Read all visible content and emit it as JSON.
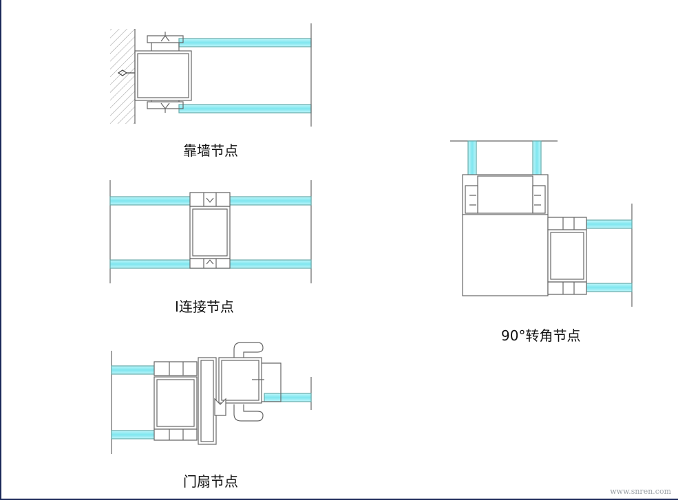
{
  "labels": {
    "wall_node": "靠墙节点",
    "i_node": "I连接节点",
    "door_node": "门扇节点",
    "corner_node": "90°转角节点"
  },
  "watermark": "www.snren.com",
  "colors": {
    "glass": "#7fe6ef",
    "profile": "#6b6b6b",
    "frame_border": "#1c2a5a"
  }
}
